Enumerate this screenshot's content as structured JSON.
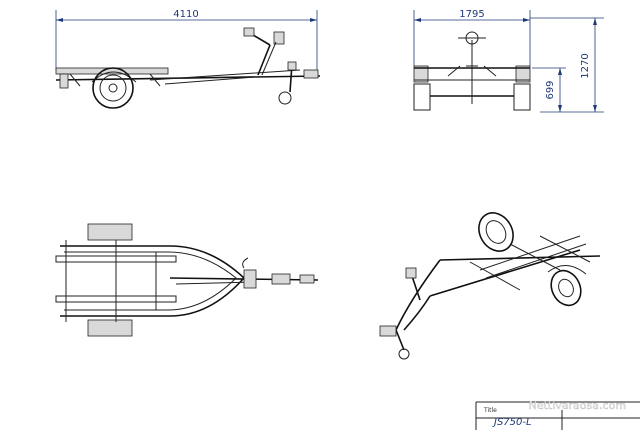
{
  "dimensions": {
    "overall_length": "4110",
    "overall_width": "1795",
    "total_height": "1270",
    "bed_height": "699"
  },
  "title_block": {
    "field_label": "Title",
    "model": "JS750-L"
  },
  "watermark": "Nettivaraosa.com"
}
